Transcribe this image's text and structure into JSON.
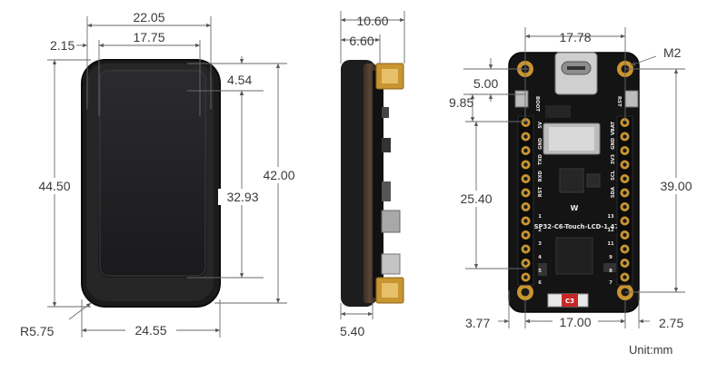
{
  "front_view": {
    "width_outer": "22.05",
    "width_inner": "17.75",
    "left_margin": "2.15",
    "top_margin": "4.54",
    "height_outer": "44.50",
    "height_right": "42.00",
    "display_height": "32.93",
    "corner_radius": "R5.75",
    "bottom_width": "24.55"
  },
  "side_view": {
    "thickness_total": "10.60",
    "thickness_body": "6.60",
    "thickness_bottom": "5.40"
  },
  "board_view": {
    "header_span": "17.78",
    "mount_hole": "M2",
    "hole_offset_y": "5.00",
    "header_offset_y": "9.85",
    "pin_span": "25.40",
    "board_height": "39.00",
    "left_edge": "3.77",
    "hole_spacing": "17.00",
    "right_edge": "2.75",
    "board_name": "ESP32-C6-Touch-LCD-1.47",
    "boot_label": "BOOT",
    "rst_label": "RST",
    "c3_label": "C3",
    "left_header_labels": [
      "5V",
      "GND",
      "TXD",
      "RXD",
      "RST"
    ],
    "left_header_numbers": [
      "1",
      "2",
      "3",
      "4",
      "5",
      "6"
    ],
    "right_header_labels": [
      "VBAT",
      "GND",
      "3V3",
      "SCL",
      "SDA"
    ],
    "right_header_numbers": [
      "13",
      "12",
      "11",
      "9",
      "8",
      "7"
    ]
  },
  "unit_label": "Unit:mm",
  "colors": {
    "pcb": "#141414",
    "gold": "#c99530",
    "dimension_line": "#6a6a6a",
    "text": "#3a3a3a"
  }
}
